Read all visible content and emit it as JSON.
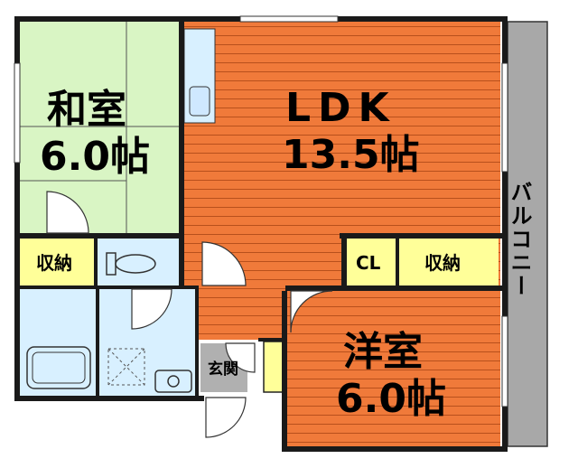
{
  "rooms": {
    "washitsu": {
      "name": "和室",
      "size": "6.0帖"
    },
    "ldk": {
      "name": "LDK",
      "size": "13.5帖"
    },
    "youshitsu": {
      "name": "洋室",
      "size": "6.0帖"
    }
  },
  "storage": {
    "left": "収納",
    "cl": "CL",
    "right": "収納"
  },
  "entrance": "玄関",
  "balcony": "バルコニー",
  "colors": {
    "wall": "#1a1a1a",
    "tatami": "#d9f5c4",
    "wood_floor": "#f07a3a",
    "wood_grain": "#b8501c",
    "storage": "#ffff99",
    "wet_area": "#d8f0ff",
    "balcony": "#a8a8a8",
    "entrance": "#b0b0b0"
  }
}
